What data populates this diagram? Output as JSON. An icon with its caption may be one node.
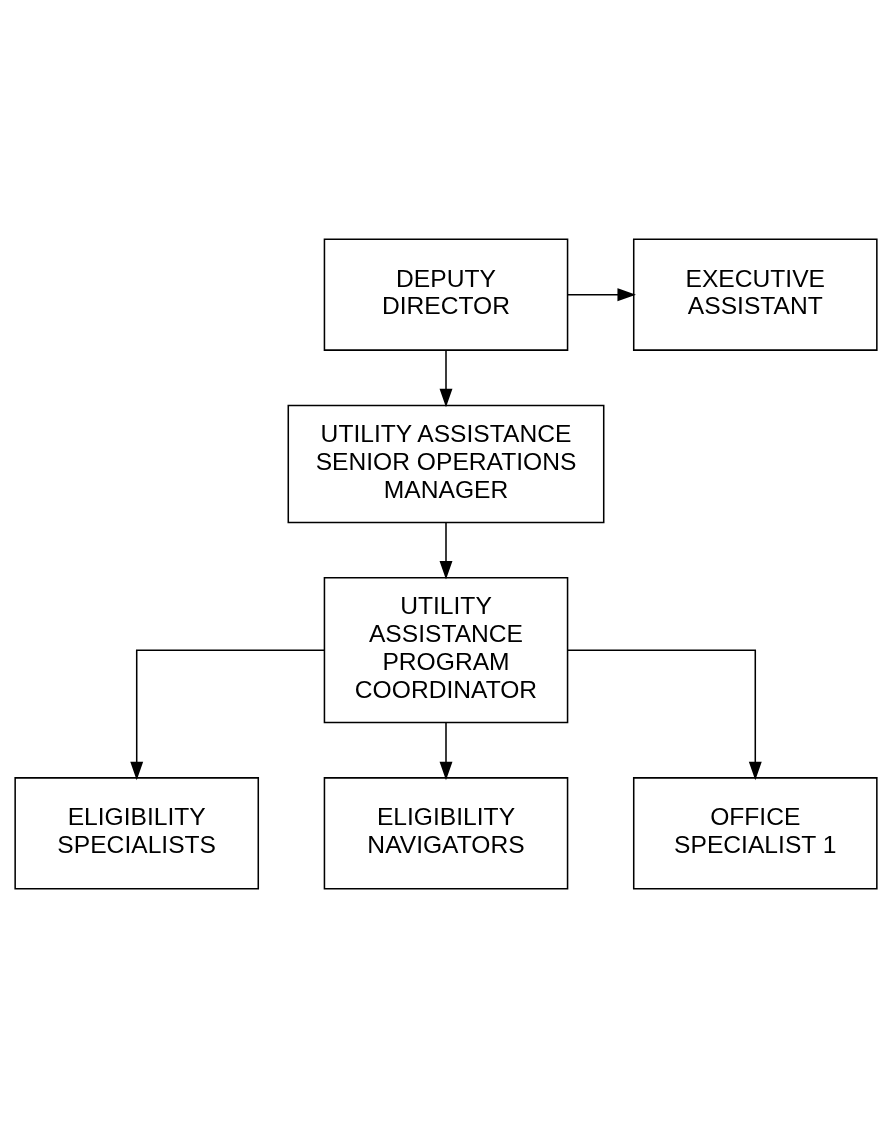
{
  "diagram": {
    "nodes": [
      {
        "text": [
          "EXECUTIVE ASSISTANT"
        ]
      },
      {
        "text": [
          "DEPUTY DIRECTOR"
        ]
      },
      {
        "text": [
          "UTILITY ASSISTANCE SENIOR OPERATIONS MANAGER"
        ]
      },
      {
        "text": [
          "UTILITY ASSISTANCE PROGRAM COORDINATOR"
        ]
      },
      {
        "text": [
          "ELIGIBILITY SPECIALISTS"
        ]
      },
      {
        "text": [
          "ELIGIBILITY NAVIGATORS"
        ]
      },
      {
        "text": [
          "OFFICE SPECIALIST 1"
        ]
      }
    ],
    "edges": [
      {
        "from": 1,
        "to": 0,
        "arrow": "to"
      },
      {
        "from": 1,
        "to": 2,
        "arrow": "to"
      },
      {
        "from": 2,
        "to": 3,
        "arrow": "to"
      },
      {
        "from": 3,
        "to": 4,
        "arrow": "to"
      },
      {
        "from": 3,
        "to": 5,
        "arrow": "to"
      },
      {
        "from": 3,
        "to": 6,
        "arrow": "to"
      }
    ]
  }
}
